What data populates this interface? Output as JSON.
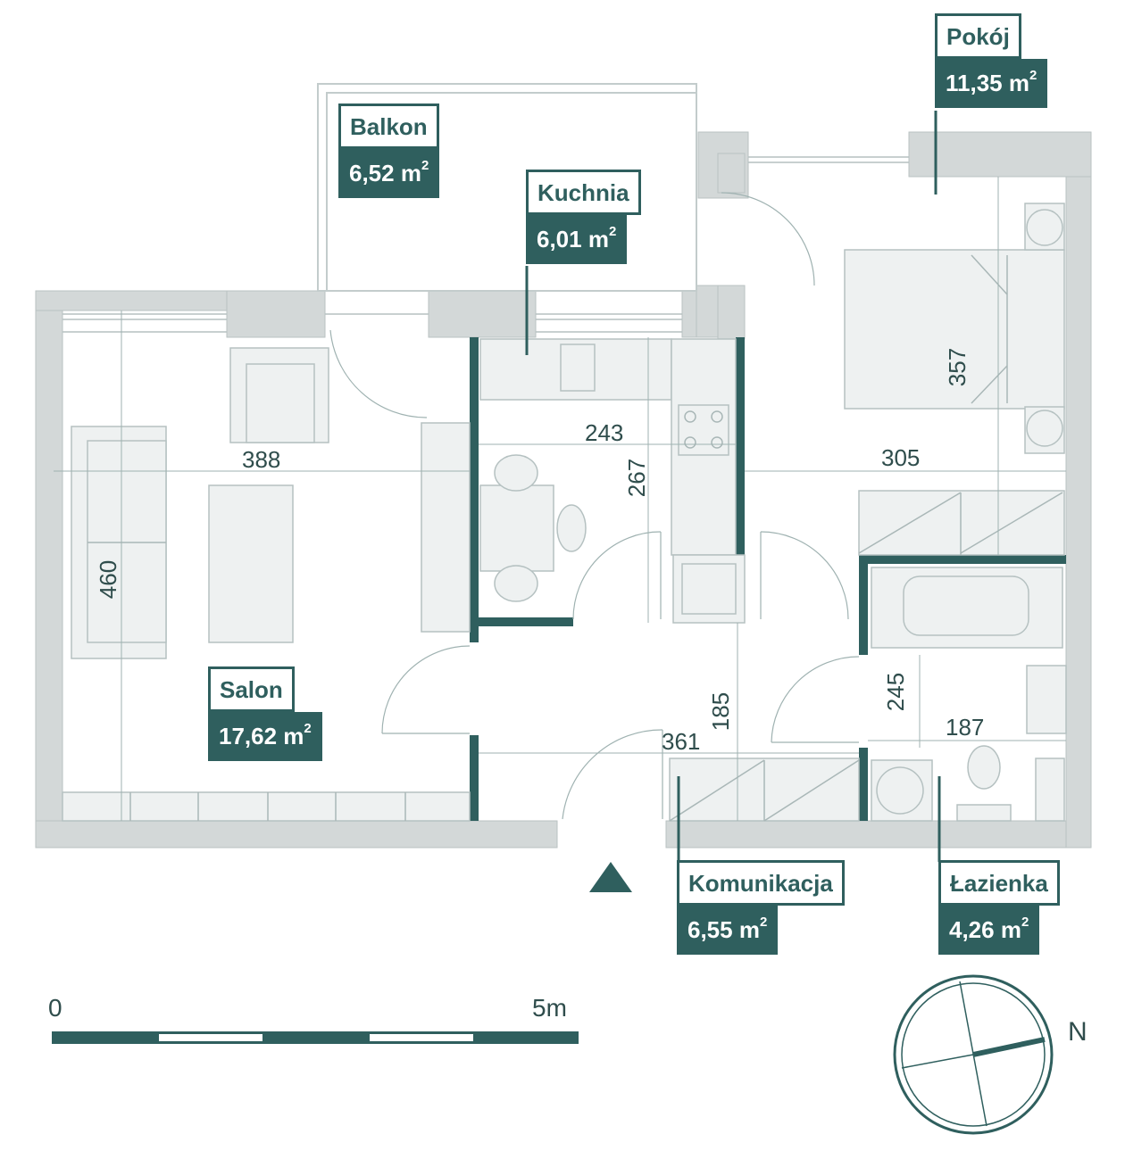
{
  "rooms": {
    "balkon": {
      "name": "Balkon",
      "area": "6,52 m",
      "unit_sup": "2"
    },
    "kuchnia": {
      "name": "Kuchnia",
      "area": "6,01 m",
      "unit_sup": "2"
    },
    "pokoj": {
      "name": "Pokój",
      "area": "11,35 m",
      "unit_sup": "2"
    },
    "salon": {
      "name": "Salon",
      "area": "17,62 m",
      "unit_sup": "2"
    },
    "komunikacja": {
      "name": "Komunikacja",
      "area": "6,55 m",
      "unit_sup": "2"
    },
    "lazienka": {
      "name": "Łazienka",
      "area": "4,26 m",
      "unit_sup": "2"
    }
  },
  "dimensions": {
    "salon_width": "388",
    "salon_height": "460",
    "kitchen_width": "243",
    "kitchen_height": "267",
    "room_width": "305",
    "room_height": "357",
    "hall_height": "185",
    "hall_width": "361",
    "bath_height": "245",
    "bath_width": "187"
  },
  "scale": {
    "start": "0",
    "end": "5m"
  },
  "compass": {
    "north": "N"
  },
  "colors": {
    "accent": "#2f5f5e",
    "wall": "#d3d8d8",
    "line": "#9fb2b1"
  }
}
